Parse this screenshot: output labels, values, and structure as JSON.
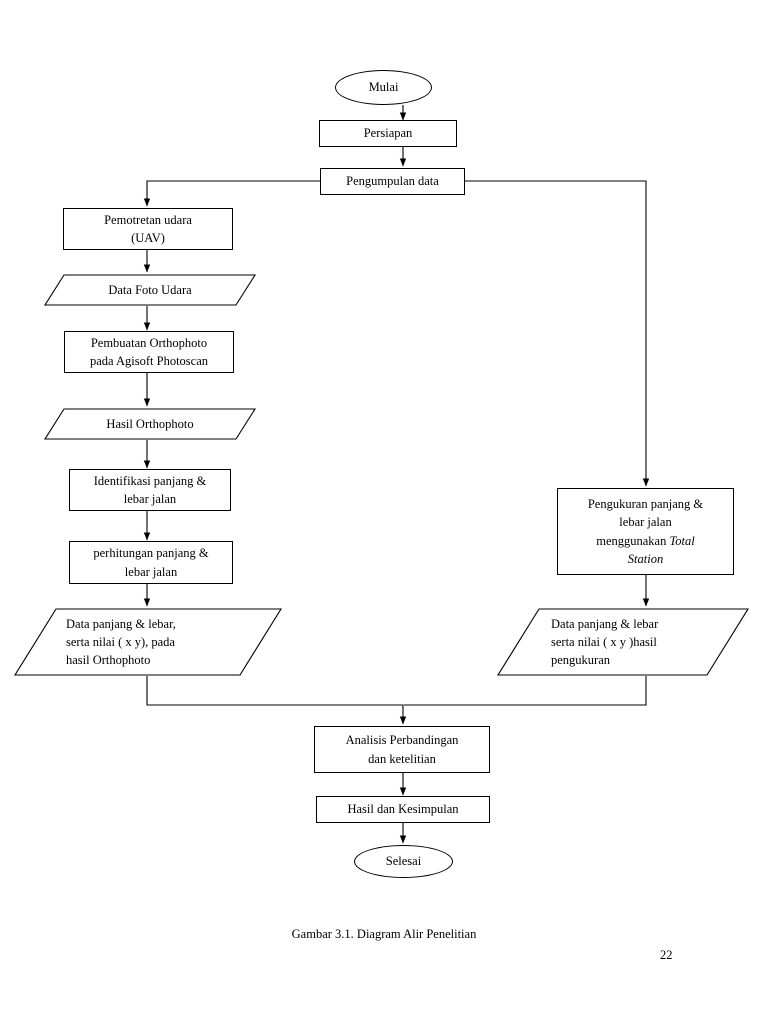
{
  "document": {
    "caption": "Gambar 3.1. Diagram Alir Penelitian",
    "page_number": "22"
  },
  "chart_data": {
    "type": "diagram",
    "title": "Gambar 3.1. Diagram Alir Penelitian",
    "nodes": [
      {
        "id": "mulai",
        "shape": "ellipse",
        "label": "Mulai"
      },
      {
        "id": "persiapan",
        "shape": "rect",
        "label": "Persiapan"
      },
      {
        "id": "pengumpulan",
        "shape": "rect",
        "label": "Pengumpulan data"
      },
      {
        "id": "pemotretan",
        "shape": "rect",
        "label": "Pemotretan udara\n(UAV)"
      },
      {
        "id": "data-foto",
        "shape": "parallelogram",
        "label": "Data Foto Udara"
      },
      {
        "id": "pembuatan",
        "shape": "rect",
        "label": "Pembuatan Orthophoto\npada Agisoft Photoscan"
      },
      {
        "id": "hasil-ortho",
        "shape": "parallelogram",
        "label": "Hasil Orthophoto"
      },
      {
        "id": "identifikasi",
        "shape": "rect",
        "label": "Identifikasi panjang &\nlebar jalan"
      },
      {
        "id": "perhitungan",
        "shape": "rect",
        "label": "perhitungan panjang &\nlebar jalan"
      },
      {
        "id": "data-ortho",
        "shape": "parallelogram",
        "label": "Data panjang & lebar,\nserta nilai ( x y), pada\nhasil Orthophoto"
      },
      {
        "id": "pengukuran",
        "shape": "rect",
        "label_parts": [
          "Pengukuran panjang &",
          "lebar jalan",
          "menggunakan ",
          "Total",
          "Station"
        ],
        "label": "Pengukuran panjang &\nlebar jalan\nmenggunakan Total\nStation"
      },
      {
        "id": "data-ukur",
        "shape": "parallelogram",
        "label": "Data panjang & lebar\nserta nilai ( x y )hasil\npengukuran"
      },
      {
        "id": "analisis",
        "shape": "rect",
        "label": "Analisis Perbandingan\ndan ketelitian"
      },
      {
        "id": "hasil",
        "shape": "rect",
        "label": "Hasil dan Kesimpulan"
      },
      {
        "id": "selesai",
        "shape": "ellipse",
        "label": "Selesai"
      }
    ],
    "edges": [
      {
        "from": "mulai",
        "to": "persiapan"
      },
      {
        "from": "persiapan",
        "to": "pengumpulan"
      },
      {
        "from": "pengumpulan",
        "to": "pemotretan"
      },
      {
        "from": "pemotretan",
        "to": "data-foto"
      },
      {
        "from": "data-foto",
        "to": "pembuatan"
      },
      {
        "from": "pembuatan",
        "to": "hasil-ortho"
      },
      {
        "from": "hasil-ortho",
        "to": "identifikasi"
      },
      {
        "from": "identifikasi",
        "to": "perhitungan"
      },
      {
        "from": "perhitungan",
        "to": "data-ortho"
      },
      {
        "from": "pengumpulan",
        "to": "pengukuran"
      },
      {
        "from": "pengukuran",
        "to": "data-ukur"
      },
      {
        "from": "data-ortho",
        "to": "analisis"
      },
      {
        "from": "data-ukur",
        "to": "analisis"
      },
      {
        "from": "analisis",
        "to": "hasil"
      },
      {
        "from": "hasil",
        "to": "selesai"
      }
    ]
  },
  "labels": {
    "mulai": "Mulai",
    "persiapan": "Persiapan",
    "pengumpulan": "Pengumpulan data",
    "pemotretan": "Pemotretan udara\n(UAV)",
    "data_foto": "Data Foto Udara",
    "pembuatan": "Pembuatan Orthophoto\npada Agisoft Photoscan",
    "hasil_ortho": "Hasil Orthophoto",
    "identifikasi": "Identifikasi panjang &\nlebar jalan",
    "perhitungan": "perhitungan panjang &\nlebar jalan",
    "data_ortho": "Data panjang & lebar,\nserta nilai ( x y), pada\nhasil Orthophoto",
    "pengukuran_line1": "Pengukuran panjang &",
    "pengukuran_line2": "lebar jalan",
    "pengukuran_line3a": "menggunakan ",
    "pengukuran_line3b": "Total",
    "pengukuran_line4": "Station",
    "data_ukur": "Data panjang & lebar\nserta nilai ( x y )hasil\npengukuran",
    "analisis": "Analisis Perbandingan\ndan ketelitian",
    "hasil": "Hasil dan Kesimpulan",
    "selesai": "Selesai"
  }
}
